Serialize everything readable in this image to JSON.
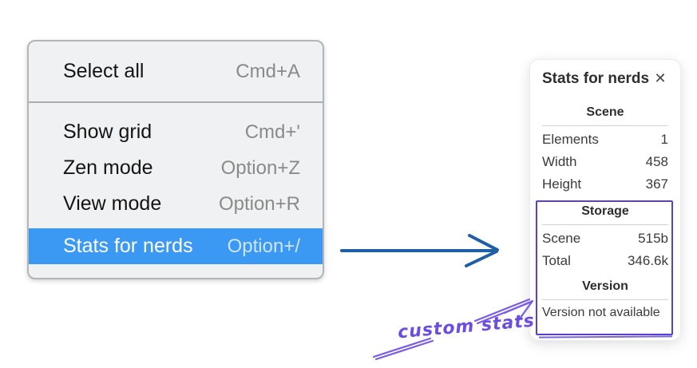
{
  "context_menu": {
    "items": [
      {
        "label": "Select all",
        "shortcut": "Cmd+A",
        "selected": false
      },
      {
        "label": "Show grid",
        "shortcut": "Cmd+'",
        "selected": false
      },
      {
        "label": "Zen mode",
        "shortcut": "Option+Z",
        "selected": false
      },
      {
        "label": "View mode",
        "shortcut": "Option+R",
        "selected": false
      },
      {
        "label": "Stats for nerds",
        "shortcut": "Option+/",
        "selected": true
      }
    ],
    "highlight_color": "#3b99f4"
  },
  "stats_panel": {
    "title": "Stats for nerds",
    "close_icon": "✕",
    "sections": [
      {
        "heading": "Scene",
        "rows": [
          {
            "label": "Elements",
            "value": "1"
          },
          {
            "label": "Width",
            "value": "458"
          },
          {
            "label": "Height",
            "value": "367"
          }
        ]
      },
      {
        "heading": "Storage",
        "rows": [
          {
            "label": "Scene",
            "value": "515b"
          },
          {
            "label": "Total",
            "value": "346.6k"
          }
        ]
      },
      {
        "heading": "Version",
        "note": "Version not available"
      }
    ]
  },
  "annotation": {
    "label": "custom stats",
    "text_color": "#6b4de0",
    "box_color": "#5b3fd0",
    "arrow_color": "#7a5ce8"
  },
  "pointer_arrow": {
    "color": "#1e5fa8"
  }
}
